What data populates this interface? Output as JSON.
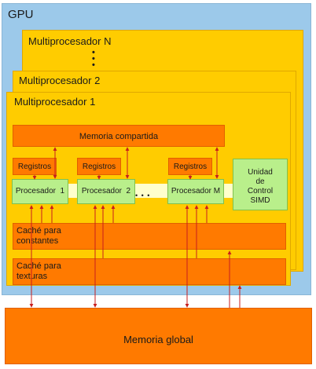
{
  "gpu_label": "GPU",
  "multiprocessors": {
    "n": "Multiprocesador N",
    "two": "Multiprocesador 2",
    "one": "Multiprocesador 1"
  },
  "shared_memory": "Memoria compartida",
  "registers": [
    "Registros",
    "Registros",
    "Registros"
  ],
  "processors": [
    "Procesador  1",
    "Procesador  2",
    "Procesador M"
  ],
  "control_unit": "Unidad\nde\nControl\nSIMD",
  "constant_cache": "Caché para\nconstantes",
  "texture_cache": "Caché para\ntexturas",
  "global_memory": "Memoria global",
  "ellipsis": "• • •",
  "colors": {
    "gpu": "#9cc9ea",
    "multiprocessor": "#ffcc00",
    "orange_block": "#ff7a00",
    "processor": "#b9ef8b",
    "arrow": "#c81e1e"
  }
}
